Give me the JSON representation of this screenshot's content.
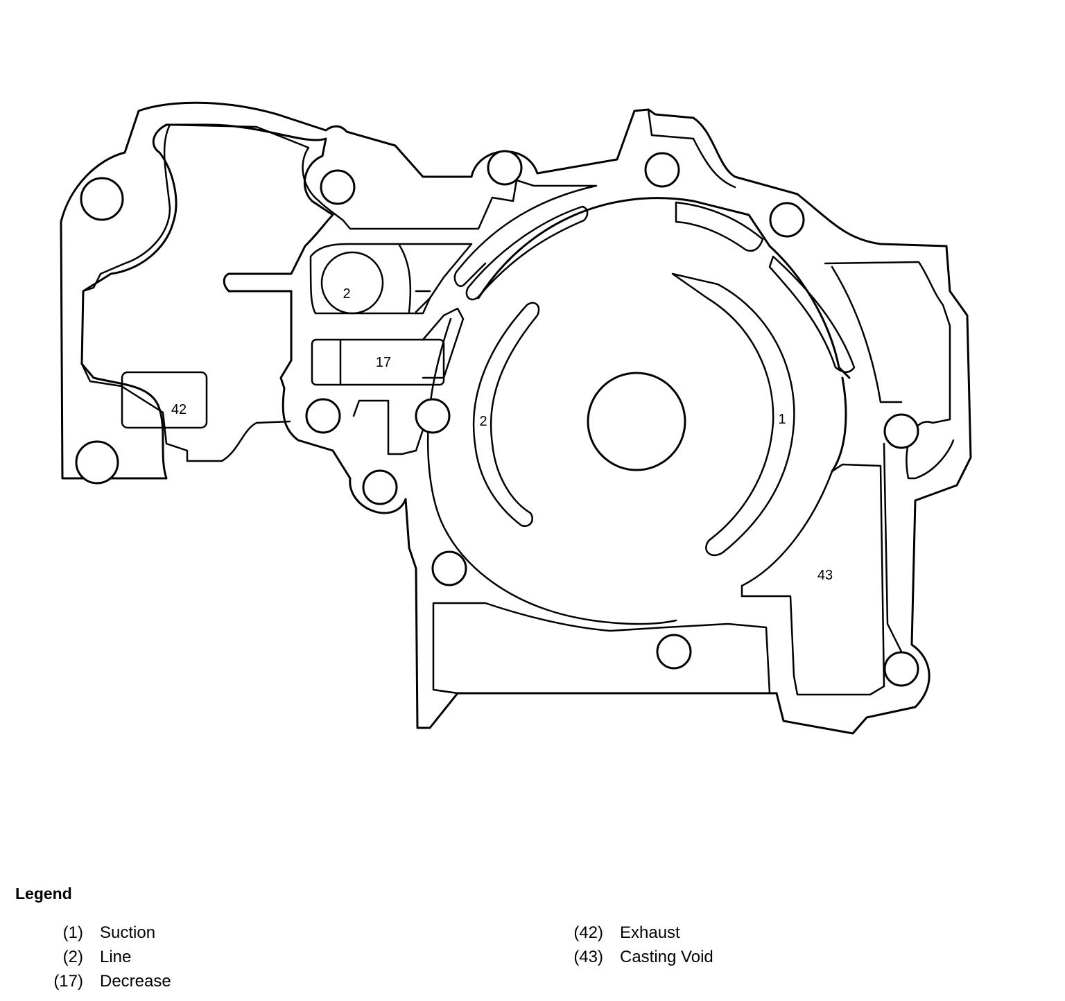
{
  "callouts": {
    "c2_upper": "2",
    "c17": "17",
    "c42": "42",
    "c2_arc": "2",
    "c1": "1",
    "c43": "43"
  },
  "legend": {
    "title": "Legend",
    "items": [
      {
        "num": "(1)",
        "label": "Suction"
      },
      {
        "num": "(2)",
        "label": "Line"
      },
      {
        "num": "(17)",
        "label": "Decrease"
      },
      {
        "num": "(42)",
        "label": "Exhaust"
      },
      {
        "num": "(43)",
        "label": "Casting Void"
      }
    ]
  }
}
